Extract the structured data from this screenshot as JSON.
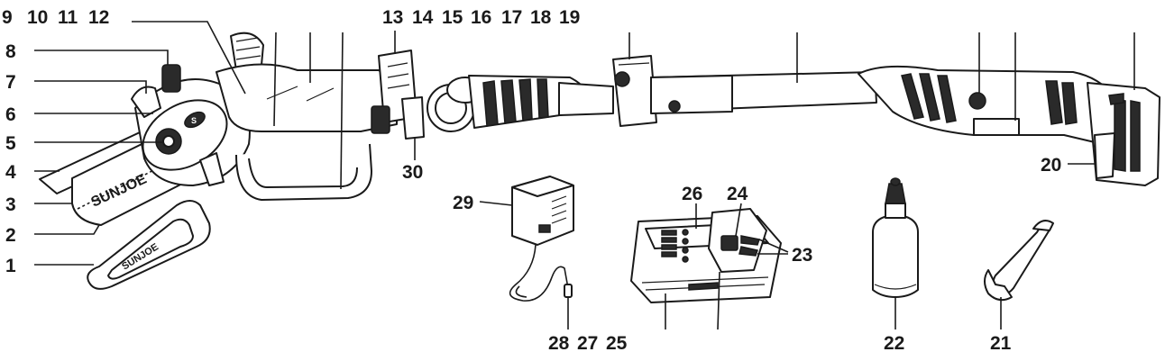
{
  "labels": {
    "l1": "1",
    "l2": "2",
    "l3": "3",
    "l4": "4",
    "l5": "5",
    "l6": "6",
    "l7": "7",
    "l8": "8",
    "l9": "9",
    "l10": "10",
    "l11": "11",
    "l12": "12",
    "l13": "13",
    "l14": "14",
    "l15": "15",
    "l16": "16",
    "l17": "17",
    "l18": "18",
    "l19": "19",
    "l20": "20",
    "l21": "21",
    "l22": "22",
    "l23": "23",
    "l24": "24",
    "l25": "25",
    "l26": "26",
    "l27": "27",
    "l28": "28",
    "l29": "29",
    "l30": "30"
  },
  "brand": {
    "bar_logo": "SUNJOE",
    "cover_logo": "SUNJOE",
    "motor_logo": "S"
  },
  "colors": {
    "ink": "#1a1a1a",
    "background": "#ffffff"
  }
}
